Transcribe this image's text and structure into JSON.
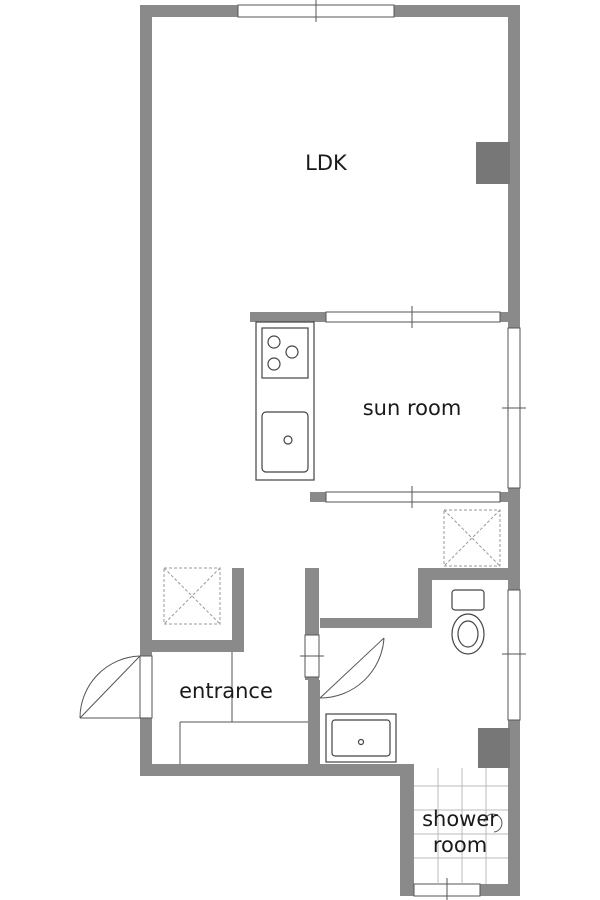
{
  "rooms": {
    "ldk": {
      "label": "LDK"
    },
    "sun_room": {
      "label": "sun room"
    },
    "entrance": {
      "label": "entrance"
    },
    "shower_room": {
      "label_line1": "shower",
      "label_line2": "room"
    }
  },
  "colors": {
    "wall": "#8a8a8a",
    "line": "#555555",
    "background": "#ffffff"
  }
}
